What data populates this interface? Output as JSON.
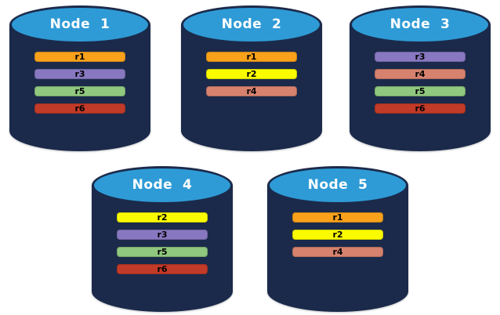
{
  "colors": {
    "canvas_background": "#ffffff",
    "cylinder_body": "#1B2A4A",
    "cylinder_top": "#2E9BD6",
    "node_label_text": "#ffffff",
    "bar_text": "#000000"
  },
  "replica_colors": {
    "r1": "#F9A11B",
    "r2": "#FBFB00",
    "r3": "#8878C1",
    "r4": "#D6826F",
    "r5": "#8FC87E",
    "r6": "#C23A28"
  },
  "nodes": [
    {
      "label": "Node  1",
      "replicas": [
        "r1",
        "r3",
        "r5",
        "r6"
      ]
    },
    {
      "label": "Node  2",
      "replicas": [
        "r1",
        "r2",
        "r4"
      ]
    },
    {
      "label": "Node  3",
      "replicas": [
        "r3",
        "r4",
        "r5",
        "r6"
      ]
    },
    {
      "label": "Node  4",
      "replicas": [
        "r2",
        "r3",
        "r5",
        "r6"
      ]
    },
    {
      "label": "Node  5",
      "replicas": [
        "r1",
        "r2",
        "r4"
      ]
    }
  ]
}
